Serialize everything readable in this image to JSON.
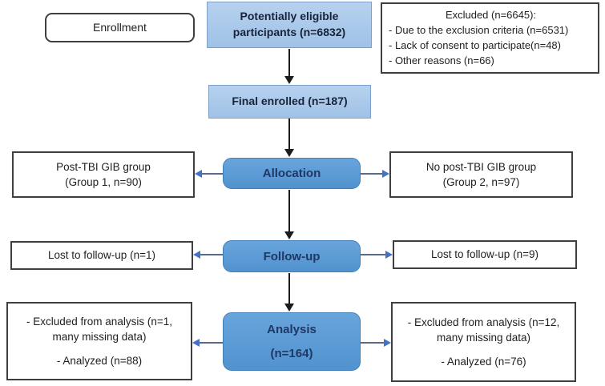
{
  "flowchart": {
    "enrollment_label": "Enrollment",
    "eligible": {
      "lines": [
        "Potentially eligible",
        "participants (n=6832)"
      ]
    },
    "excluded": {
      "title": "Excluded (n=6645):",
      "items": [
        "- Due to the exclusion criteria (n=6531)",
        "- Lack of consent to participate(n=48)",
        "- Other reasons (n=66)"
      ]
    },
    "final_enrolled": "Final enrolled (n=187)",
    "allocation": {
      "stage": "Allocation",
      "left": {
        "lines": [
          "Post-TBI GIB group",
          "(Group 1, n=90)"
        ]
      },
      "right": {
        "lines": [
          "No post-TBI GIB group",
          "(Group 2, n=97)"
        ]
      }
    },
    "followup": {
      "stage": "Follow-up",
      "left": "Lost to follow-up (n=1)",
      "right": "Lost to follow-up (n=9)"
    },
    "analysis": {
      "stage": "Analysis",
      "stage_n": "(n=164)",
      "left": {
        "lines": [
          "- Excluded from analysis (n=1,",
          "many missing data)"
        ],
        "analyzed": "- Analyzed (n=88)"
      },
      "right": {
        "lines": [
          "- Excluded from analysis (n=12,",
          "many missing data)"
        ],
        "analyzed": "- Analyzed (n=76)"
      }
    },
    "colors": {
      "light_blue_fill": "#a6c4e7",
      "stage_blue_fill": "#5b9bd5",
      "stage_text": "#1f3864",
      "box_border_dark": "#3f3f3f",
      "arrow_black": "#1c1c1c",
      "connector_line": "#5a6a8a",
      "connector_head": "#4472c4"
    }
  }
}
